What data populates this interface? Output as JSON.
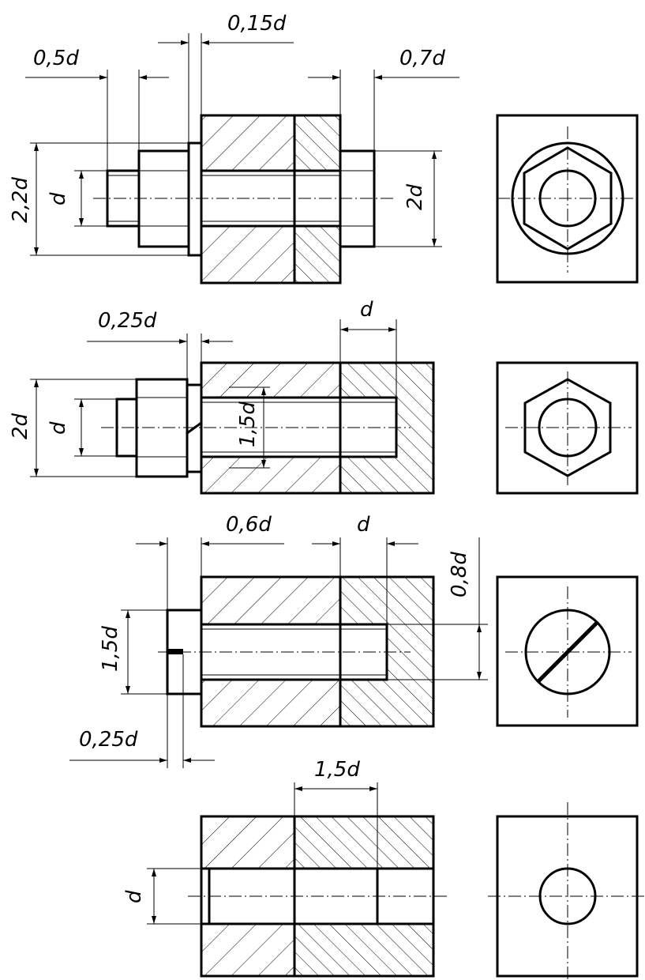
{
  "drawing": {
    "row1": {
      "dim_top": "0,15d",
      "dim_left": "0,5d",
      "dim_right": "0,7d",
      "dim_height": "2,2d",
      "dim_bore": "d",
      "dim_nut": "2d"
    },
    "row2": {
      "dim_washer": "0,25d",
      "dim_depth": "d",
      "dim_height": "2d",
      "dim_bore": "d",
      "dim_thread": "1,5d"
    },
    "row3": {
      "dim_head": "0,6d",
      "dim_depth": "d",
      "dim_slot": "0,8d",
      "dim_headdia": "1,5d",
      "dim_slotw": "0,25d"
    },
    "row4": {
      "dim_depth": "1,5d",
      "dim_bore": "d"
    }
  }
}
